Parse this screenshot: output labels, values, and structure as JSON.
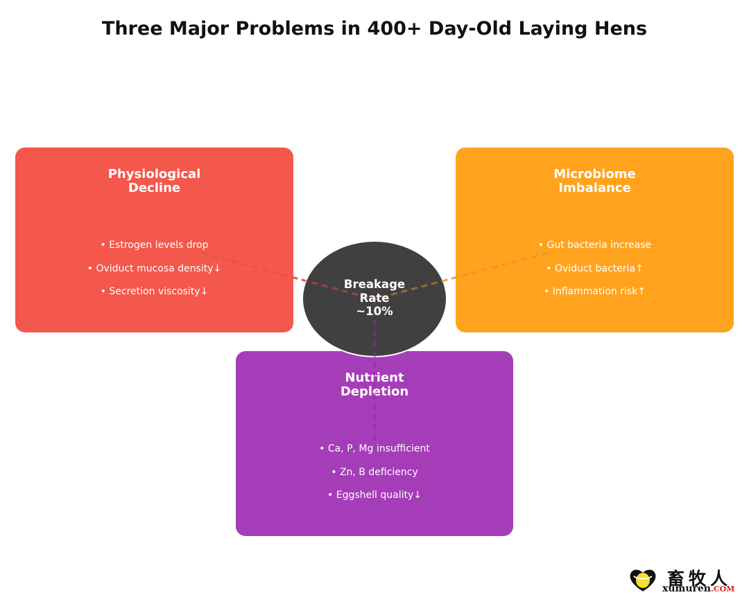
{
  "title": "Three Major Problems in 400+ Day-Old Laying Hens",
  "center": {
    "lines": [
      "Breakage",
      "Rate",
      "~10%"
    ],
    "color": "#404040"
  },
  "cards": {
    "physiological": {
      "title_lines": [
        "Physiological",
        "Decline"
      ],
      "items": [
        "• Estrogen levels drop",
        "• Oviduct mucosa density↓",
        "• Secretion viscosity↓"
      ],
      "color": "#f4574b",
      "connector_color": "#e34c41"
    },
    "microbiome": {
      "title_lines": [
        "Microbiome",
        "Imbalance"
      ],
      "items": [
        "• Gut bacteria increase",
        "• Oviduct bacteria↑",
        "• Inflammation risk↑"
      ],
      "color": "#ffa31f",
      "connector_color": "#f5a446"
    },
    "nutrient": {
      "title_lines": [
        "Nutrient",
        "Depletion"
      ],
      "items": [
        "• Ca, P, Mg insufficient",
        "• Zn, B deficiency",
        "• Eggshell quality↓"
      ],
      "color": "#a53cb8",
      "connector_color": "#9a32ad"
    }
  },
  "logo": {
    "name_cn": "畜牧人",
    "name_en": "xumuren",
    "name_en_suffix": ".COM",
    "icon": "heart-egg-icon"
  }
}
